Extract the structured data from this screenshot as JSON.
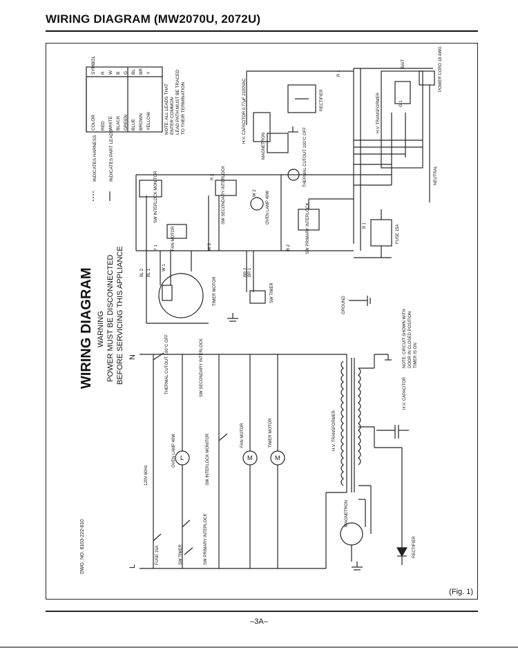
{
  "header": {
    "title": "WIRING DIAGRAM (MW2070U, 2072U)"
  },
  "figure": {
    "label": "(Fig. 1)",
    "big_title": "WIRING DIAGRAM",
    "warning_heading": "WARNING",
    "warning_line1": "POWER MUST BE DISCONNECTED",
    "warning_line2": "BEFORE SERVICING THIS APPLIANCE",
    "dwg_no": "DWG. NO. 8103-222-810",
    "legend": {
      "harness": "INDICATES HARNESS",
      "part_leads": "INDICATES PART LEADS",
      "color_header": "COLOR",
      "symbol_header": "SYMBOL",
      "rows": [
        {
          "color": "RED",
          "symbol": "R"
        },
        {
          "color": "WHITE",
          "symbol": "W"
        },
        {
          "color": "BLACK",
          "symbol": "B"
        },
        {
          "color": "GREEN",
          "symbol": "G"
        },
        {
          "color": "BLUE",
          "symbol": "BL"
        },
        {
          "color": "BROWN",
          "symbol": "BR"
        },
        {
          "color": "YELLOW",
          "symbol": "Y"
        }
      ],
      "note1": "NOTE: ALL LEADS THAT",
      "note2": "ENTER COMMON",
      "note3": "LEAD PATH MUST BE TRACED",
      "note4": "TO THEIR TERMINATION"
    },
    "components": {
      "sw_interlock_monitor": "SW INTERLOCK MONITOR",
      "fan_motor": "FAN MOTOR",
      "timer_motor": "TIMER MOTOR",
      "sw_timer": "SW TIMER",
      "sw_secondary_interlock": "SW SECONDARY INTERLOCK",
      "oven_lamp": "OVEN LAMP 40W",
      "sw_primary_interlock": "SW PRIMARY INTERLOCK",
      "thermal_cutout": "THERMAL CUTOUT 100°C OFF",
      "magnetron": "MAGNETRON",
      "hv_capacitor": "H.V. CAPACITOR 0.77µF 2100VAC",
      "rectifier": "RECTIFIER",
      "hv_transformer": "H.V. TRANSFORMER",
      "bait": "BAIT",
      "power_cord": "POWER CORD 18 AWG",
      "fuse": "FUSE 15A",
      "neutral": "NEUTRAL",
      "ground": "GROUND",
      "note_a": "NOTE: CIRCUIT SHOWN WITH",
      "note_b": "DOOR IN CLOSED POSITION",
      "note_c": "TIMER IS ON"
    },
    "schematic": {
      "n_label": "N",
      "l_label": "L",
      "voltage": "120V 60Hz",
      "thermal_cutout": "THERMAL CUTOUT 100°C OFF",
      "sw_secondary_interlock": "SW SECONDARY INTERLOCK",
      "oven_lamp": "OVEN LAMP 40W",
      "sw_interlock_monitor": "SW INTERLOCK MONITOR",
      "fan_motor": "FAN MOTOR",
      "timer_motor": "TIMER MOTOR",
      "hv_transformer": "H.V. TRANSFORMER",
      "hv_capacitor": "H.V. CAPACITOR",
      "fuse": "FUSE 15A",
      "sw_timer": "SW TIMER",
      "sw_primary_interlock": "SW PRIMARY INTERLOCK",
      "magnetron": "MAGNETRON",
      "rectifier": "RECTIFIER",
      "lamp_symbol": "L",
      "motor_symbol": "M"
    },
    "wires": {
      "r1": "R 1",
      "r2": "R 2",
      "w1": "W 1",
      "w2": "W 2",
      "w3": "W 3",
      "b1": "B 1",
      "b2": "B 2",
      "y1": "Y 1",
      "bl2": "BL 2",
      "bl1": "BL 1",
      "br1": "BR 1",
      "br2": "BR 2",
      "g1": "G 1"
    }
  }
}
